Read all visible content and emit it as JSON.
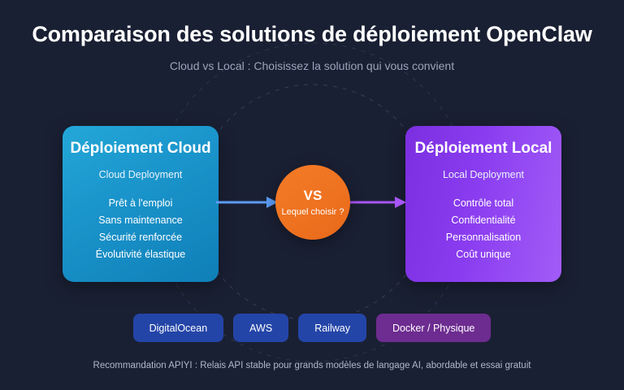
{
  "header": {
    "title": "Comparaison des solutions de déploiement OpenClaw",
    "subtitle": "Cloud vs Local : Choisissez la solution qui vous convient"
  },
  "cloud_card": {
    "title": "Déploiement Cloud",
    "subtitle": "Cloud Deployment",
    "features": [
      "Prêt à l'emploi",
      "Sans maintenance",
      "Sécurité renforcée",
      "Évolutivité élastique"
    ],
    "color": "#1b96cc"
  },
  "local_card": {
    "title": "Déploiement Local",
    "subtitle": "Local Deployment",
    "features": [
      "Contrôle total",
      "Confidentialité",
      "Personnalisation",
      "Coût unique"
    ],
    "color": "#8a3df0"
  },
  "vs_badge": {
    "label": "VS",
    "sublabel": "Lequel choisir ?",
    "color": "#ee7220"
  },
  "connectors": {
    "left_arrow_color": "#5b9bf5",
    "right_arrow_color": "#a855f7"
  },
  "pills": [
    {
      "label": "DigitalOcean",
      "style": "blue",
      "color": "#2445a8"
    },
    {
      "label": "AWS",
      "style": "blue",
      "color": "#2445a8"
    },
    {
      "label": "Railway",
      "style": "blue",
      "color": "#2445a8"
    },
    {
      "label": "Docker / Physique",
      "style": "purple",
      "color": "#6d2c90"
    }
  ],
  "footer": {
    "text": "Recommandation APIYI : Relais API stable pour grands modèles de langage AI, abordable et essai gratuit"
  },
  "background": {
    "color": "#1a2033",
    "ring_color": "#3a4461"
  }
}
